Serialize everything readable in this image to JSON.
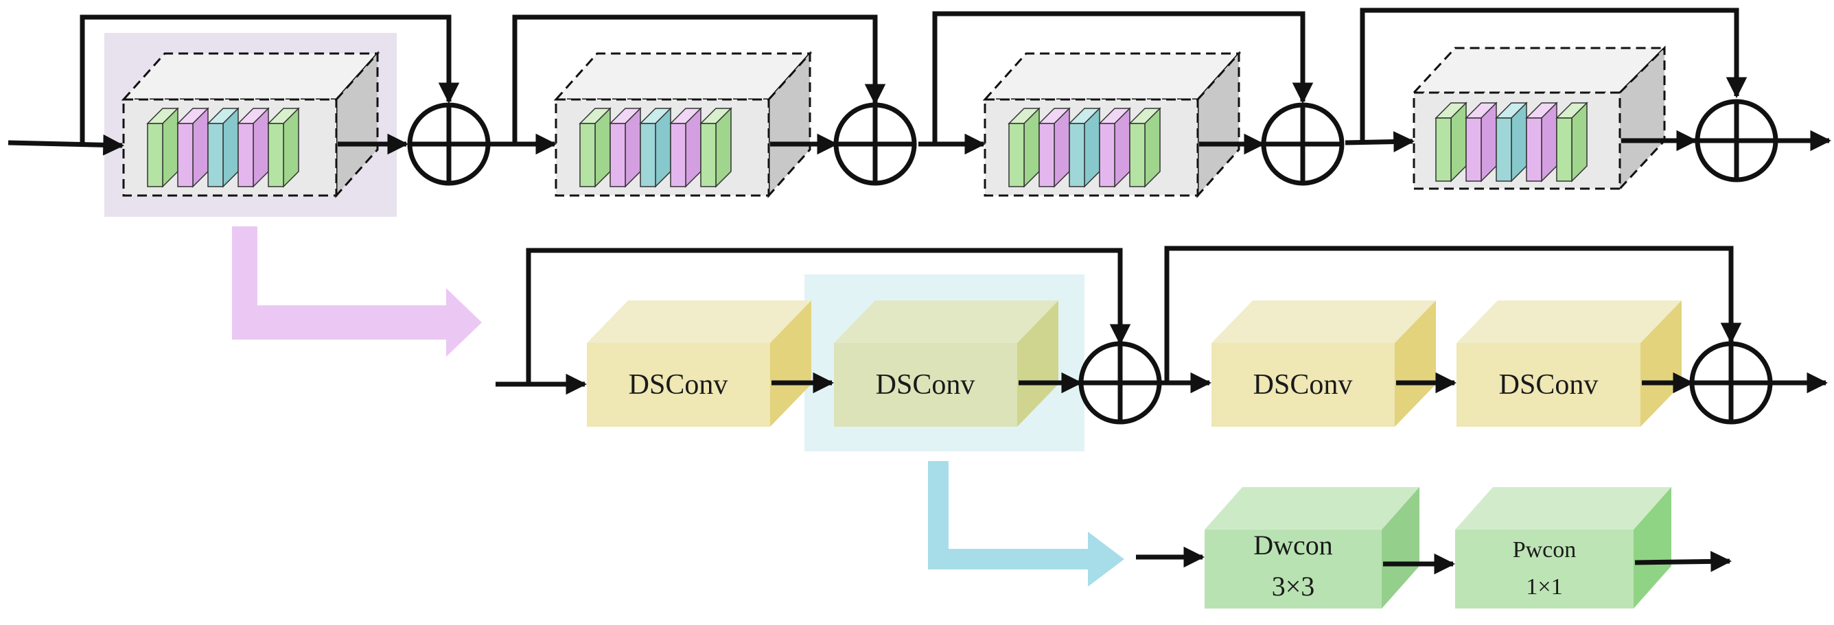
{
  "blocks": {
    "dsconv_1": "DSConv",
    "dsconv_2": "DSConv",
    "dsconv_3": "DSConv",
    "dsconv_4": "DSConv",
    "dwcon_name": "Dwcon",
    "dwcon_kernel": "3×3",
    "pwcon_name": "Pwcon",
    "pwcon_kernel": "1×1"
  },
  "colors": {
    "line": "#111111",
    "box_face": "#e9e9e9",
    "box_top": "#f2f2f2",
    "box_side": "#c8c8c8",
    "highlight_purple": "#e7e2ee",
    "highlight_blue": "#e2f3f6",
    "arrow_purple": "#ebc8f3",
    "arrow_blue": "#a7dde8",
    "dsconv_face": "#efe7b4",
    "dsconv_face_alt": "#dde3b8",
    "dsconv_side": "#e2d37c",
    "green_face": "#b9e2b2",
    "green_side": "#95cf8c",
    "slice_green": "#b5e3a4",
    "slice_purple": "#e4b6ee",
    "slice_cyan": "#9fd6d8"
  }
}
